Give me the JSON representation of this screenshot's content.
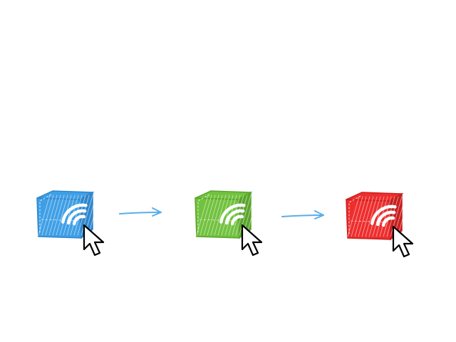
{
  "colors": {
    "background": "#ffffff",
    "arrow": "#5aaee8",
    "cursor_outline": "#000000",
    "cursor_fill": "#ffffff",
    "signal_waves": "#ffffff"
  },
  "steps": [
    {
      "icon": "cube-click-icon",
      "color": "#3f9fe6",
      "shade": "#2f86cc"
    },
    {
      "icon": "cube-click-icon",
      "color": "#72c23f",
      "shade": "#5aa52c"
    },
    {
      "icon": "cube-click-icon",
      "color": "#ee2d2d",
      "shade": "#c81f1f"
    }
  ],
  "connectors": [
    {
      "icon": "arrow-right-icon",
      "from_step": 0,
      "to_step": 1
    },
    {
      "icon": "arrow-right-icon",
      "from_step": 1,
      "to_step": 2
    }
  ]
}
